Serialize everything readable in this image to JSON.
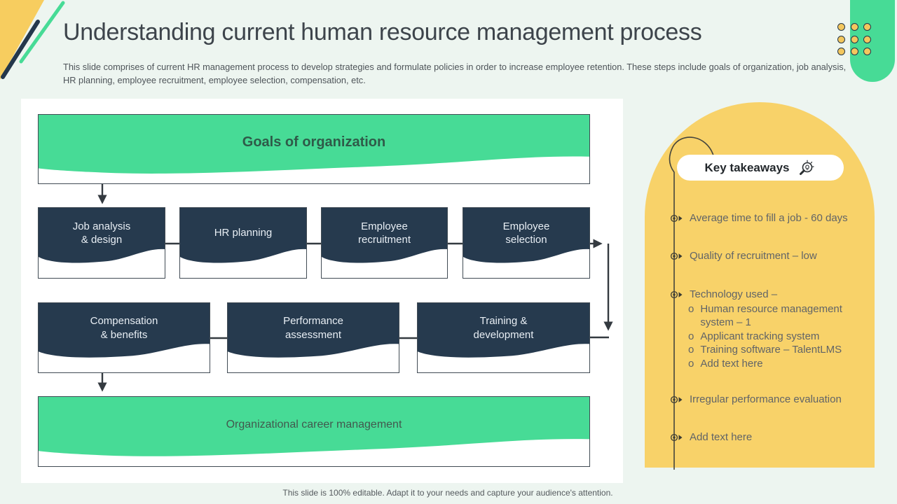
{
  "slide": {
    "title": "Understanding current human resource management process",
    "subtitle": "This slide comprises of current HR management process to develop strategies and formulate policies in order to increase employee retention.  These steps include goals of organization, job analysis, HR planning, employee recruitment, employee selection, compensation, etc.",
    "footer": "This slide is 100% editable. Adapt it to your needs and capture your audience's attention."
  },
  "diagram": {
    "top_box": "Goals of organization",
    "row1": [
      "Job analysis\n& design",
      "HR planning",
      "Employee\nrecruitment",
      "Employee\nselection"
    ],
    "row2": [
      "Compensation\n& benefits",
      "Performance\nassessment",
      "Training &\ndevelopment"
    ],
    "bottom_box": "Organizational career management"
  },
  "takeaways": {
    "header": "Key takeaways",
    "icon": "magnifier-bulb-icon",
    "bullet_icon": "circle-dot-arrow-icon",
    "sub_marker": "o",
    "items": [
      {
        "label": "Average time to fill a job - 60 days"
      },
      {
        "label": "Quality of recruitment – low"
      },
      {
        "label": "Technology used –",
        "sub_items": [
          "Human resource management system – 1",
          "Applicant tracking system",
          "Training software – TalentLMS",
          "Add text here"
        ]
      },
      {
        "label": "Irregular performance evaluation"
      },
      {
        "label": "Add text here"
      }
    ]
  },
  "colors": {
    "green": "#47db96",
    "navy": "#263a4e",
    "yellow": "#f8d269",
    "background": "#edf5f0",
    "line": "#343a40"
  }
}
